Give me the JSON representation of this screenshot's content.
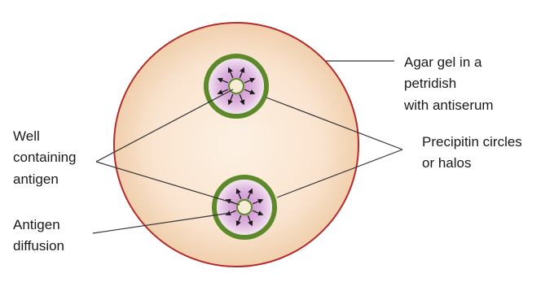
{
  "labels": {
    "agar": [
      "Agar gel in a",
      "petridish",
      "with antiserum"
    ],
    "precipitin": [
      "Precipitin circles",
      "or halos"
    ],
    "well": [
      "Well",
      "containing",
      "antigen"
    ],
    "diffusion": [
      "Antigen",
      "diffusion"
    ]
  },
  "colors": {
    "dish_rim": "#b52a2a",
    "dish_center": "#fdf1e4",
    "dish_edge": "#f0cfad",
    "halo_ring": "#5c8a2a",
    "diffusion_center": "#c98bcb",
    "diffusion_edge": "#f3e3f2",
    "well_fill": "#f7ecd6",
    "arrow": "#1a1a1a",
    "leader_line": "#333333"
  },
  "icons": [
    "diffusion-arrow-icon"
  ]
}
